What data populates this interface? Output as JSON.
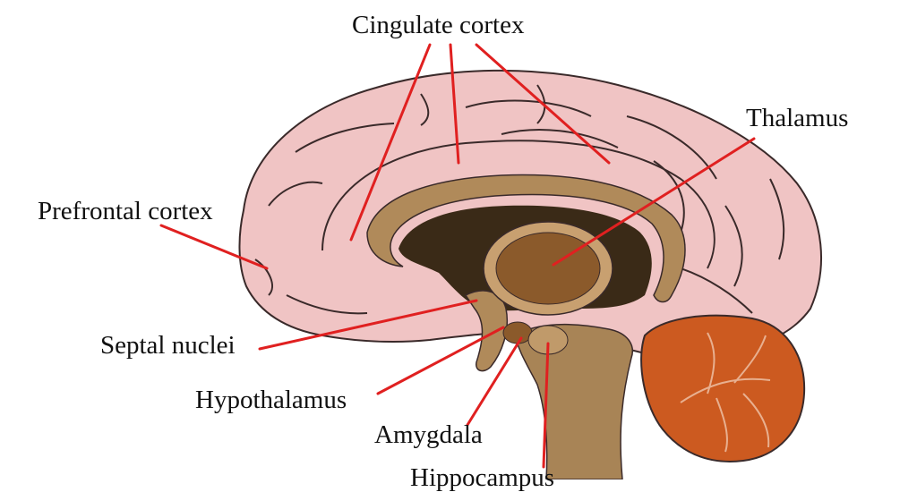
{
  "diagram": {
    "labels": {
      "cingulate_cortex": "Cingulate cortex",
      "thalamus": "Thalamus",
      "prefrontal_cortex": "Prefrontal cortex",
      "septal_nuclei": "Septal nuclei",
      "hypothalamus": "Hypothalamus",
      "amygdala": "Amygdala",
      "hippocampus": "Hippocampus"
    },
    "colors": {
      "cortex": "#f0c4c4",
      "cortex_outline": "#3a2a2a",
      "corpus_callosum": "#b08a5a",
      "ventricle": "#3a2a17",
      "thalamus": "#8b5a2b",
      "brainstem": "#a88456",
      "cerebellum": "#cc5a20",
      "leader_line": "#e02020"
    }
  }
}
